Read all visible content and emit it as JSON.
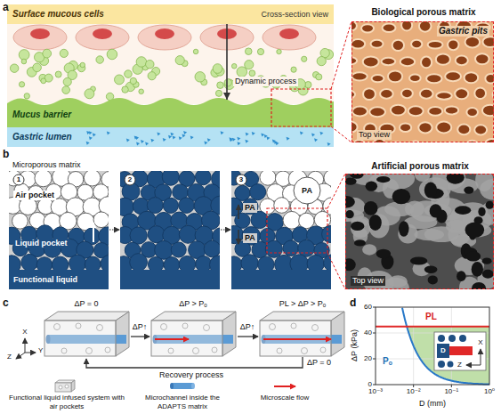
{
  "diagram": {
    "nodes": [
      {
        "text": [
          "Surface mucous cells",
          "Cross-section view"
        ]
      },
      {
        "text": [
          "Mucus barrier"
        ]
      },
      {
        "text": [
          "Gastric lumen"
        ]
      },
      {
        "text": [
          "Biological porous matrix",
          "Gastric pits",
          "Top view"
        ]
      },
      {
        "text": [
          "Artificial porous matrix",
          "Top view"
        ]
      }
    ],
    "edges": [
      {
        "from": 0,
        "to": 1,
        "label": "Dynamic process",
        "arrow": "to"
      }
    ],
    "labels": [
      "a",
      "b",
      "Microporous matrix",
      "1",
      "2",
      "3",
      "Air pocket",
      "Liquid pocket",
      "Functional liquid",
      "PA",
      "PA",
      "PA",
      "c",
      "ΔP = 0",
      "ΔP > Pₒ",
      "PL > ΔP > Pₒ",
      "ΔP↑",
      "ΔP↑",
      "ΔP = 0",
      "Recovery process",
      "Z",
      "X",
      "Y",
      "d",
      "60",
      "40",
      "20",
      "0",
      "10⁻³",
      "10⁻²",
      "10⁻¹",
      "10⁰",
      "ΔP (kPa)",
      "D (mm)",
      "PL",
      "Pₒ",
      "D",
      "X",
      "Z"
    ],
    "legend": [
      {
        "text": "Functional liquid infused system with air pockets"
      },
      {
        "text": "Microchannel inside the ADAPTS matrix"
      },
      {
        "text": "Microscale flow"
      }
    ]
  }
}
